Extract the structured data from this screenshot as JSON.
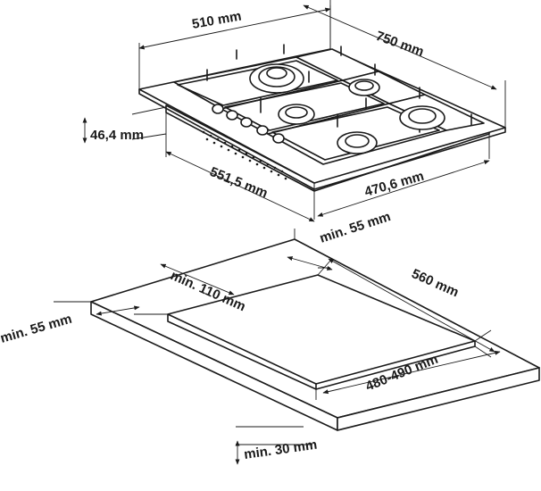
{
  "dimensions": {
    "hob_depth": "510 mm",
    "hob_width": "750 mm",
    "hob_height": "46,4 mm",
    "body_width": "551,5 mm",
    "body_depth": "470,6 mm",
    "clearance_front": "min. 55 mm",
    "clearance_back": "min. 110 mm",
    "clearance_side": "min. 55 mm",
    "cutout_width": "560 mm",
    "cutout_depth": "480-490 mm",
    "worktop_thickness": "min. 30 mm"
  }
}
